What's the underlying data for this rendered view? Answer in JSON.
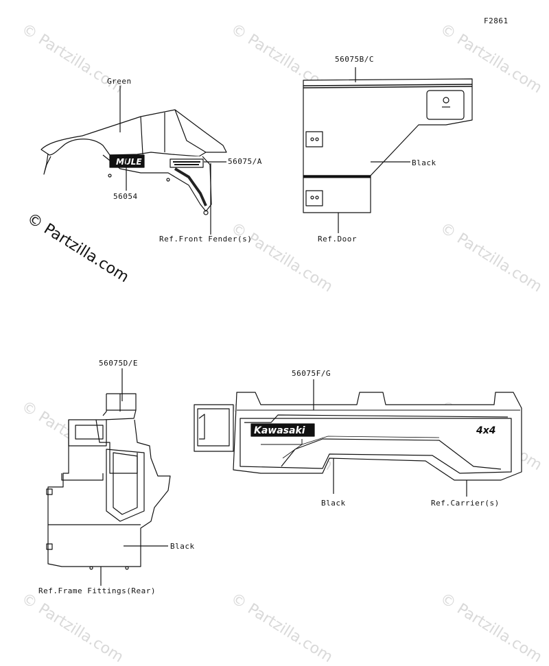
{
  "figure_id": "F2861",
  "watermark": "© Partzilla.com",
  "main_watermark": "© Partzilla.com",
  "labels": {
    "green": "Green",
    "p56054": "56054",
    "p56075a": "56075/A",
    "ref_front_fender": "Ref.Front Fender(s)",
    "p56075bc": "56075B/C",
    "black_door": "Black",
    "ref_door": "Ref.Door",
    "p56075de": "56075D/E",
    "black_frame": "Black",
    "ref_frame": "Ref.Frame Fittings(Rear)",
    "p56075fg": "56075F/G",
    "black_carrier": "Black",
    "ref_carrier": "Ref.Carrier(s)"
  },
  "decal_text": {
    "mule": "MULE",
    "kawasaki": "Kawasaki",
    "four_by_four": "4x4"
  }
}
